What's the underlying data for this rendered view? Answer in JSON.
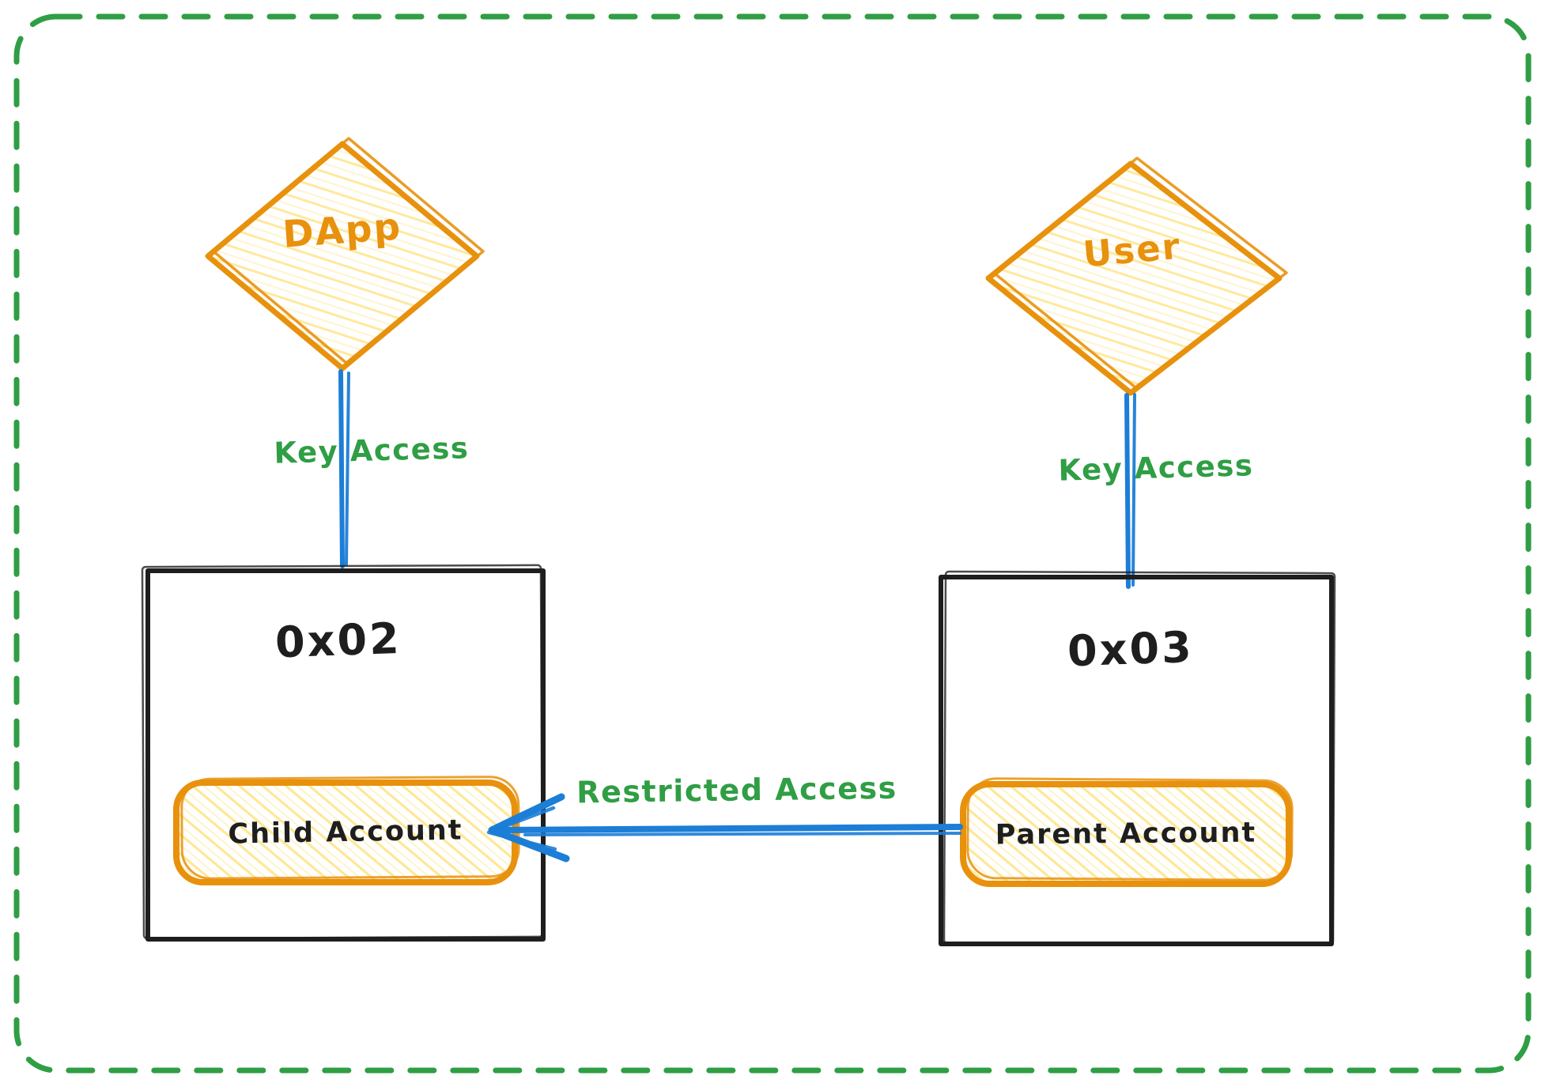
{
  "diagram": {
    "type": "sketch-flow-diagram",
    "nodes": {
      "dapp": {
        "label": "DApp",
        "shape": "diamond",
        "color": "#e8910d"
      },
      "user": {
        "label": "User",
        "shape": "diamond",
        "color": "#e8910d"
      },
      "child_wallet": {
        "label": "0x02",
        "shape": "rectangle",
        "color": "#1e1e1e"
      },
      "parent_wallet": {
        "label": "0x03",
        "shape": "rectangle",
        "color": "#1e1e1e"
      },
      "child_account": {
        "label": "Child Account",
        "shape": "rounded-rectangle",
        "color": "#e8910d"
      },
      "parent_account": {
        "label": "Parent Account",
        "shape": "rounded-rectangle",
        "color": "#e8910d"
      }
    },
    "edges": {
      "dapp_key_access": {
        "label": "Key Access",
        "from": "DApp",
        "to": "0x02",
        "color": "#1c7ed6"
      },
      "user_key_access": {
        "label": "Key Access",
        "from": "User",
        "to": "0x03",
        "color": "#1c7ed6"
      },
      "restricted_access": {
        "label": "Restricted Access",
        "from": "Parent Account",
        "to": "Child Account",
        "color": "#1c7ed6"
      }
    },
    "colors": {
      "border_green": "#2f9e44",
      "label_green": "#2f9e44",
      "stroke_orange": "#e8910d",
      "fill_orange_hatch": "#ffd43b",
      "connector_blue": "#1c7ed6",
      "shape_black": "#1e1e1e",
      "background": "#ffffff"
    }
  }
}
